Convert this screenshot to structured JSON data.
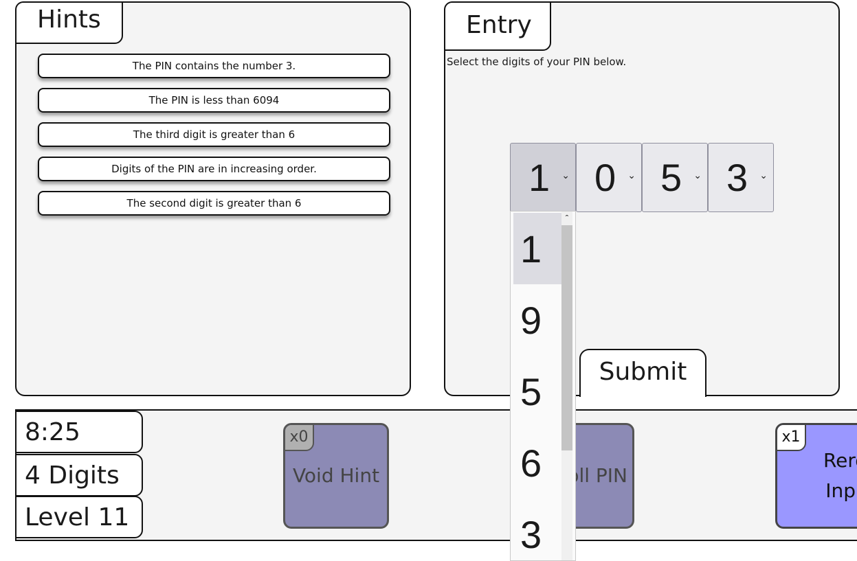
{
  "hints": {
    "title": "Hints",
    "items": [
      "The PIN contains the number 3.",
      "The PIN is less than 6094",
      "The third digit is greater than 6",
      "Digits of the PIN are in increasing order.",
      "The second digit is greater than 6"
    ]
  },
  "entry": {
    "title": "Entry",
    "instruction": "Select the digits of your PIN below.",
    "digits": [
      "1",
      "0",
      "5",
      "3"
    ],
    "submit_label": "Submit"
  },
  "dropdown": {
    "options": [
      "1",
      "9",
      "5",
      "6",
      "3"
    ],
    "selected_index": 0
  },
  "stats": {
    "time": "8:25",
    "digits": "4 Digits",
    "level": "Level 11"
  },
  "powerups": [
    {
      "label": "Void Hint",
      "count": "x0"
    },
    {
      "label": "Reroll PIN",
      "count": ""
    },
    {
      "label": "Reroll Input",
      "count": "x1"
    }
  ],
  "colors": {
    "panel_bg": "#f4f4f4",
    "powerup_disabled": "#8c8ab5",
    "powerup_active": "#9a97ff"
  }
}
